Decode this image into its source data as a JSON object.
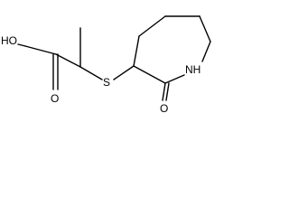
{
  "structure": {
    "atoms": {
      "hydroxyl": "HO",
      "sulfur": "S",
      "ring_nitrogen": "NH",
      "acid_oxygen": "O",
      "lactam_oxygen": "O"
    }
  }
}
